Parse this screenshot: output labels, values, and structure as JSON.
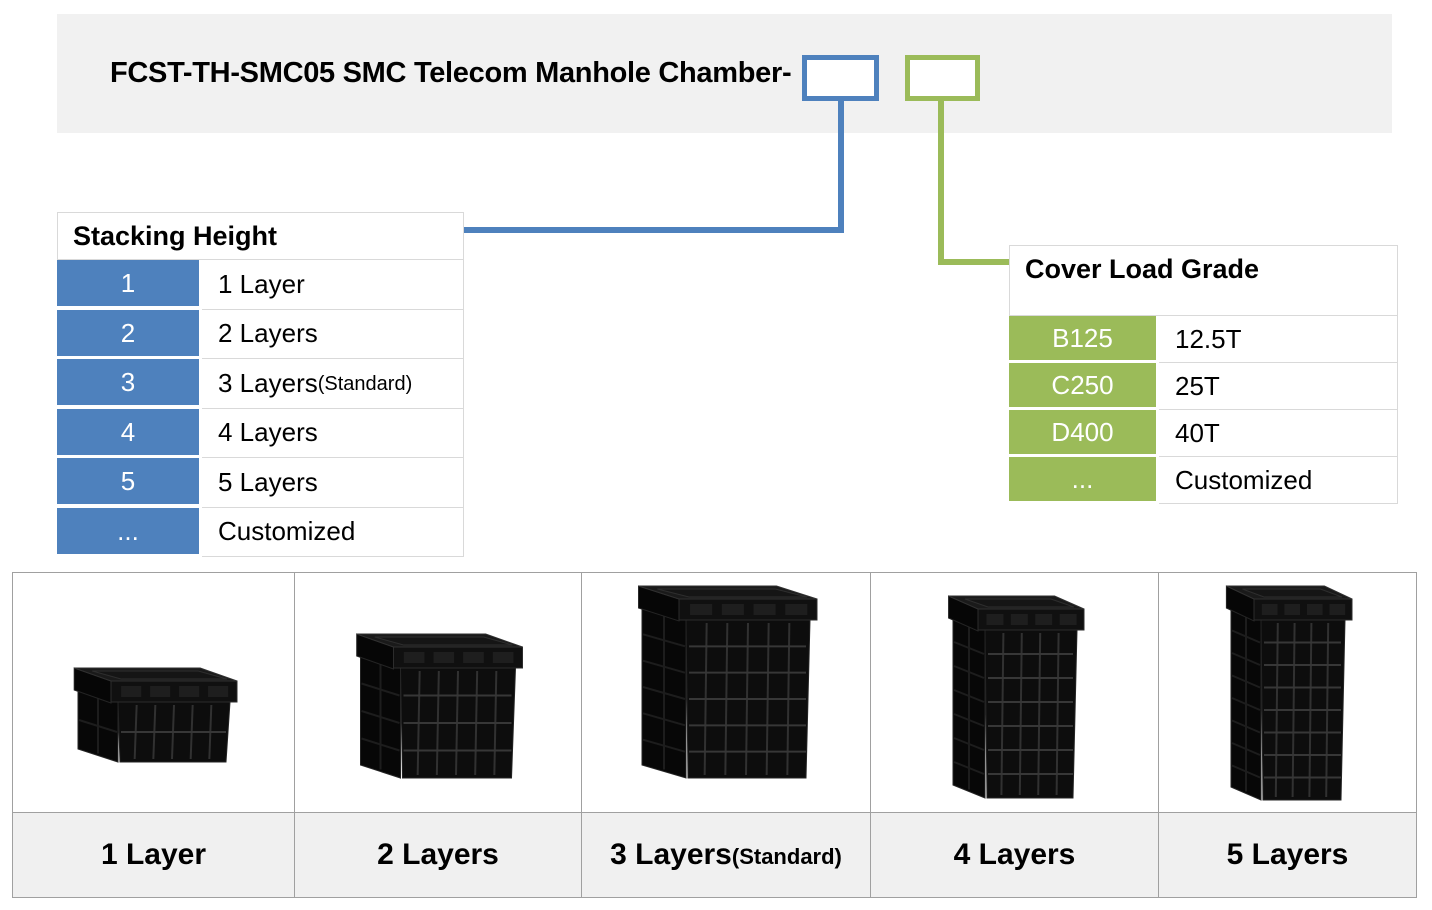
{
  "header": {
    "title": "FCST-TH-SMC05 SMC Telecom Manhole Chamber-",
    "bar_color": "#f1f1f1",
    "stacking_code_box": {
      "value": "",
      "border_color": "#4e81bd"
    },
    "load_grade_code_box": {
      "value": "",
      "border_color": "#9bbb59"
    }
  },
  "stacking_height_table": {
    "title": "Stacking Height",
    "accent_color": "#4e81bd",
    "rows": [
      {
        "code": "1",
        "label": "1 Layer",
        "suffix": ""
      },
      {
        "code": "2",
        "label": "2 Layers",
        "suffix": ""
      },
      {
        "code": "3",
        "label": "3 Layers",
        "suffix": "(Standard)"
      },
      {
        "code": "4",
        "label": "4 Layers",
        "suffix": ""
      },
      {
        "code": "5",
        "label": "5 Layers",
        "suffix": ""
      },
      {
        "code": "...",
        "label": "Customized",
        "suffix": ""
      }
    ]
  },
  "cover_load_grade_table": {
    "title": "Cover Load Grade",
    "accent_color": "#9bbb59",
    "rows": [
      {
        "code": "B125",
        "label": "12.5T"
      },
      {
        "code": "C250",
        "label": "25T"
      },
      {
        "code": "D400",
        "label": "40T"
      },
      {
        "code": "...",
        "label": "Customized"
      }
    ]
  },
  "product_gallery": {
    "items": [
      {
        "label": "1 Layer",
        "suffix": "",
        "layers": 1,
        "image": "smc-manhole-chamber-1-layer-photo"
      },
      {
        "label": "2 Layers",
        "suffix": "",
        "layers": 2,
        "image": "smc-manhole-chamber-2-layers-photo"
      },
      {
        "label": "3 Layers",
        "suffix": "(Standard)",
        "layers": 3,
        "image": "smc-manhole-chamber-3-layers-photo"
      },
      {
        "label": "4 Layers",
        "suffix": "",
        "layers": 4,
        "image": "smc-manhole-chamber-4-layers-photo"
      },
      {
        "label": "5 Layers",
        "suffix": "",
        "layers": 5,
        "image": "smc-manhole-chamber-5-layers-photo"
      }
    ]
  }
}
